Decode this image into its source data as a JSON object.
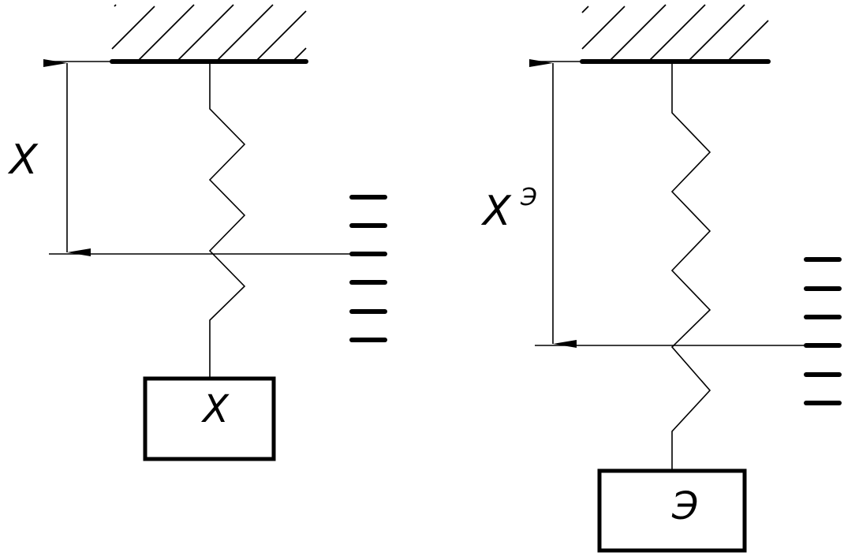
{
  "left_system": {
    "dimension_label": "X",
    "weight_label": "X"
  },
  "right_system": {
    "dimension_label": "X",
    "dimension_subscript": "Э",
    "weight_label": "Э"
  },
  "colors": {
    "line": "#000000",
    "background": "#ffffff"
  }
}
